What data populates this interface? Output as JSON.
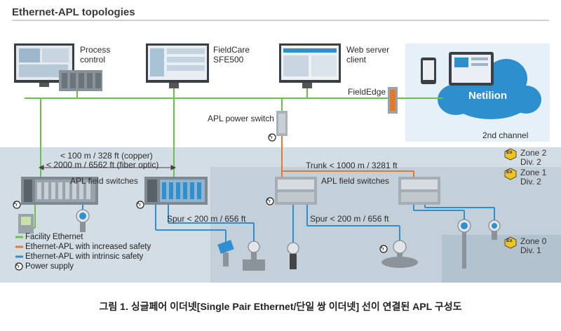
{
  "title": "Ethernet-APL topologies",
  "caption": "그림 1. 싱글페어 이더넷[Single Pair Ethernet/단일 쌍 이더넷] 선이 연결된 APL 구성도",
  "workstations": [
    {
      "line1": "Process",
      "line2": "control"
    },
    {
      "line1": "FieldCare",
      "line2": "SFE500"
    },
    {
      "line1": "Web server",
      "line2": "client"
    }
  ],
  "fieldedge_label": "FieldEdge",
  "netilion_label": "Netilion",
  "second_channel_label": "2nd channel",
  "power_switch_label": "APL power switch",
  "distance_copper": "< 100 m / 328 ft (copper)",
  "distance_fiber": "< 2000 m / 6562 ft (fiber optic)",
  "field_switches_left": "APL field switches",
  "field_switches_right": "APL field switches",
  "trunk_label": "Trunk < 1000 m / 3281 ft",
  "spur_left": "Spur < 200 m / 656 ft",
  "spur_right": "Spur < 200 m / 656 ft",
  "zones": [
    {
      "line1": "Zone 2",
      "line2": "Div. 2"
    },
    {
      "line1": "Zone 1",
      "line2": "Div. 2"
    },
    {
      "line1": "Zone 0",
      "line2": "Div. 1"
    }
  ],
  "ex_symbol": "Ex",
  "legend": [
    {
      "label": "Facility Ethernet",
      "color": "#6cbf4a"
    },
    {
      "label": "Ethernet-APL with increased safety",
      "color": "#e07b2e"
    },
    {
      "label": "Ethernet-APL with intrinsic safety",
      "color": "#2f8fcf"
    },
    {
      "label": "Power supply",
      "color": "#222222"
    }
  ],
  "power_symbol": "ϟ"
}
